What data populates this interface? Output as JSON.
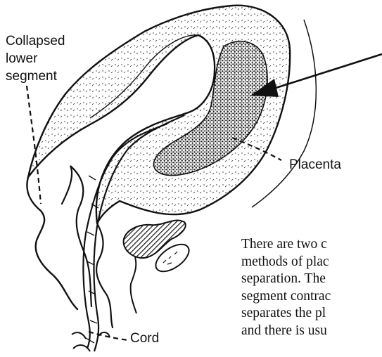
{
  "labels": {
    "collapsed_lower_segment": [
      "Collapsed",
      "lower",
      "segment"
    ],
    "placenta": "Placenta",
    "cord": "Cord"
  },
  "caption_lines": [
    "There are two c",
    "methods of plac",
    "separation. The",
    "segment contrac",
    "separates the pl",
    "and there is usu"
  ],
  "colors": {
    "ink": "#111111",
    "background": "#ffffff"
  }
}
